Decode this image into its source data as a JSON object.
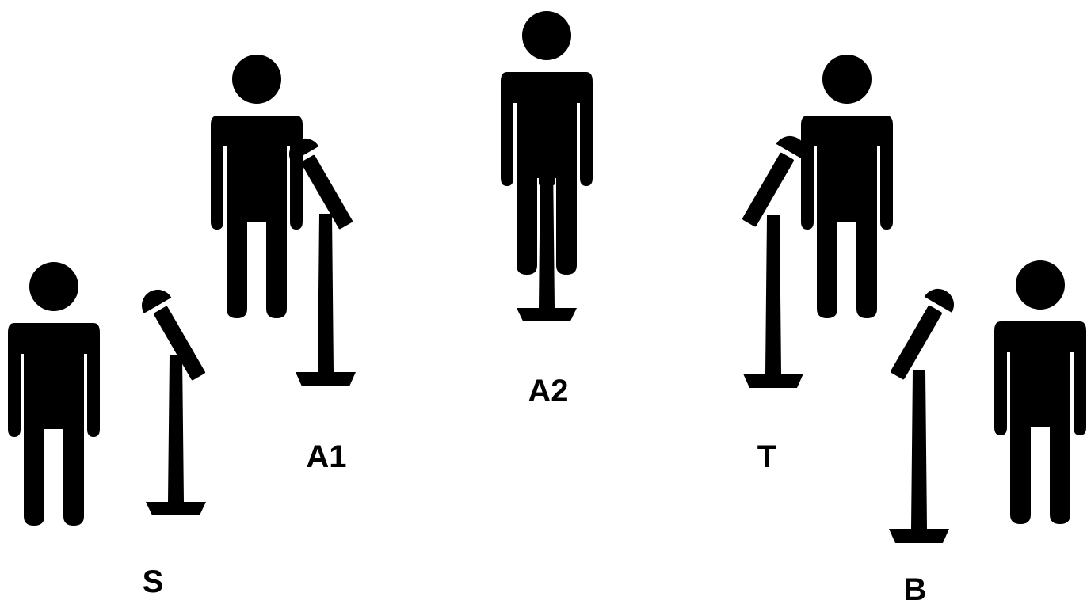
{
  "title": "",
  "colors": {
    "figure": "#000000",
    "background": "#ffffff",
    "mic_fill": "#ffffff"
  },
  "icons": {
    "singer": "person-silhouette-icon",
    "microphone": "microphone-on-stand-icon"
  },
  "singers": [
    {
      "id": "s",
      "label": "S"
    },
    {
      "id": "a1",
      "label": "A1"
    },
    {
      "id": "a2",
      "label": "A2"
    },
    {
      "id": "t",
      "label": "T"
    },
    {
      "id": "b",
      "label": "B"
    }
  ]
}
